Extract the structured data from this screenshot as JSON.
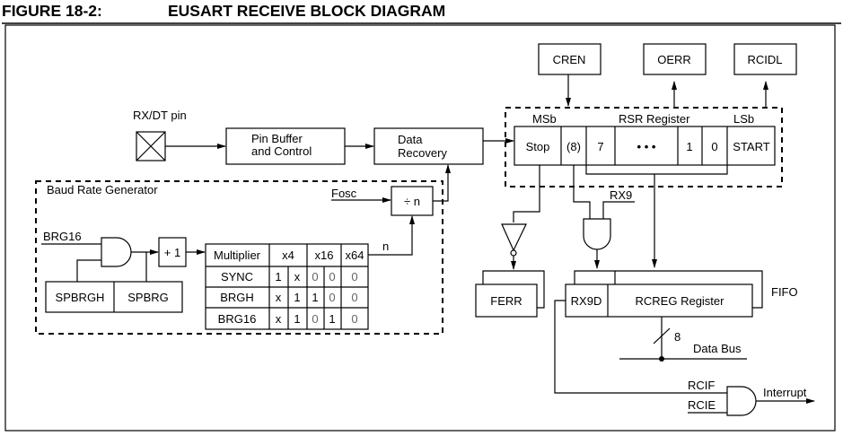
{
  "figure": {
    "number": "FIGURE 18-2:",
    "title": "EUSART RECEIVE BLOCK DIAGRAM"
  },
  "pin": {
    "label": "RX/DT pin"
  },
  "blocks": {
    "pin_buffer": [
      "Pin Buffer",
      "and Control"
    ],
    "data_recovery": [
      "Data",
      "Recovery"
    ],
    "divider": "÷ n",
    "plus_one": "+ 1",
    "spbrgh": "SPBRGH",
    "spbrg": "SPBRG",
    "cren": "CREN",
    "oerr": "OERR",
    "rcidl": "RCIDL",
    "ferr": "FERR",
    "rx9d": "RX9D",
    "rcreg": "RCREG Register"
  },
  "baud_rate_generator": {
    "label": "Baud Rate Generator",
    "fosc": "Fosc",
    "brg16_input": "BRG16",
    "n_label": "n"
  },
  "multiplier_table": {
    "header": [
      "Multiplier",
      "x4",
      "x16",
      "x64"
    ],
    "rows": [
      {
        "name": "SYNC",
        "values": [
          "1",
          "x",
          "0",
          "0",
          "0"
        ]
      },
      {
        "name": "BRGH",
        "values": [
          "x",
          "1",
          "1",
          "0",
          "0"
        ]
      },
      {
        "name": "BRG16",
        "values": [
          "x",
          "1",
          "0",
          "1",
          "0"
        ]
      }
    ]
  },
  "rsr_register": {
    "title": "RSR Register",
    "msb": "MSb",
    "lsb": "LSb",
    "cells": [
      "Stop",
      "(8)",
      "7",
      "• • •",
      "1",
      "0",
      "START"
    ]
  },
  "signals": {
    "rx9": "RX9",
    "fifo": "FIFO",
    "bus_width": "8",
    "data_bus": "Data Bus",
    "rcif": "RCIF",
    "rcie": "RCIE",
    "interrupt": "Interrupt"
  }
}
